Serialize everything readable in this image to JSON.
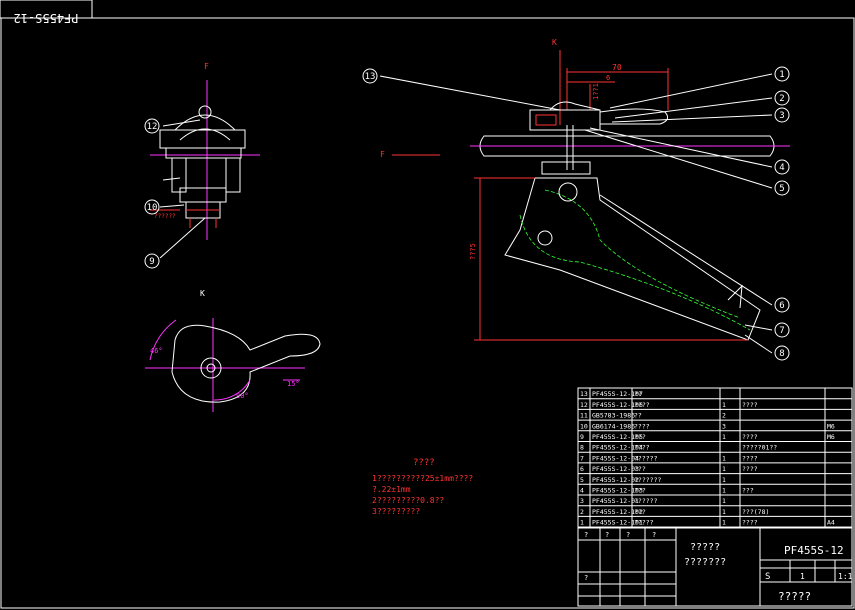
{
  "drawing": {
    "code_rotated": "PF455S-12",
    "view_label_f": "F",
    "view_label_k": "K",
    "dim_70": "70",
    "dim_6": "6 ",
    "dim_vertical": "1??1",
    "dim_side": "???5",
    "angle_46": "46°",
    "angle_90": "90°",
    "angle_15": "15°",
    "note_left": "??????"
  },
  "balloons": [
    "1",
    "2",
    "3",
    "4",
    "5",
    "6",
    "7",
    "8",
    "9",
    "10",
    "12",
    "13"
  ],
  "notes": {
    "title": "????",
    "line1": "1??????????25±1mm????",
    "line2": "?.22±1mm",
    "line3": "2?????????0.8??",
    "line4": "3?????????"
  },
  "bom": [
    {
      "no": "13",
      "code": "PF455S-12-107",
      "name": "??",
      "qty": "",
      "mat": "",
      "note": ""
    },
    {
      "no": "12",
      "code": "PF455S-12-106",
      "name": "????",
      "qty": "1",
      "mat": "????",
      "note": ""
    },
    {
      "no": "11",
      "code": "GB5783-1986",
      "name": "??",
      "qty": "2",
      "mat": "",
      "note": ""
    },
    {
      "no": "10",
      "code": "GB6174-1986",
      "name": "????",
      "qty": "3",
      "mat": "",
      "note": "M6"
    },
    {
      "no": "9",
      "code": "PF455S-12-105",
      "name": "???",
      "qty": "1",
      "mat": "????",
      "note": "M6"
    },
    {
      "no": "8",
      "code": "PF455S-12-104",
      "name": "????",
      "qty": "",
      "mat": "?????01??",
      "note": ""
    },
    {
      "no": "7",
      "code": "PF455S-12-04",
      "name": "??????",
      "qty": "1",
      "mat": "????",
      "note": ""
    },
    {
      "no": "6",
      "code": "PF455S-12-03",
      "name": "???",
      "qty": "1",
      "mat": "????",
      "note": ""
    },
    {
      "no": "5",
      "code": "PF455S-12-02",
      "name": "???????",
      "qty": "1",
      "mat": "",
      "note": ""
    },
    {
      "no": "4",
      "code": "PF455S-12-103",
      "name": "???",
      "qty": "1",
      "mat": "???",
      "note": ""
    },
    {
      "no": "3",
      "code": "PF455S-12-01",
      "name": "??????",
      "qty": "1",
      "mat": "",
      "note": ""
    },
    {
      "no": "2",
      "code": "PF455S-12-102",
      "name": "???",
      "qty": "1",
      "mat": "???(78)",
      "note": ""
    },
    {
      "no": "1",
      "code": "PF455S-12-101",
      "name": "?????",
      "qty": "1",
      "mat": "????",
      "note": "A4"
    }
  ],
  "title_block": {
    "name1": "?????",
    "name2": "???????",
    "drawing_no": "PF455S-12",
    "scale": "1:1",
    "s_label": "S",
    "qty": "1",
    "company": "?????",
    "h1": "?",
    "h2": "?",
    "h3": "?",
    "h4": "?",
    "h5": "?"
  },
  "colors": {
    "bg": "#000000",
    "line": "#ffffff",
    "accent": "#ff33ff",
    "red": "#ff3333",
    "green": "#33ff33"
  }
}
